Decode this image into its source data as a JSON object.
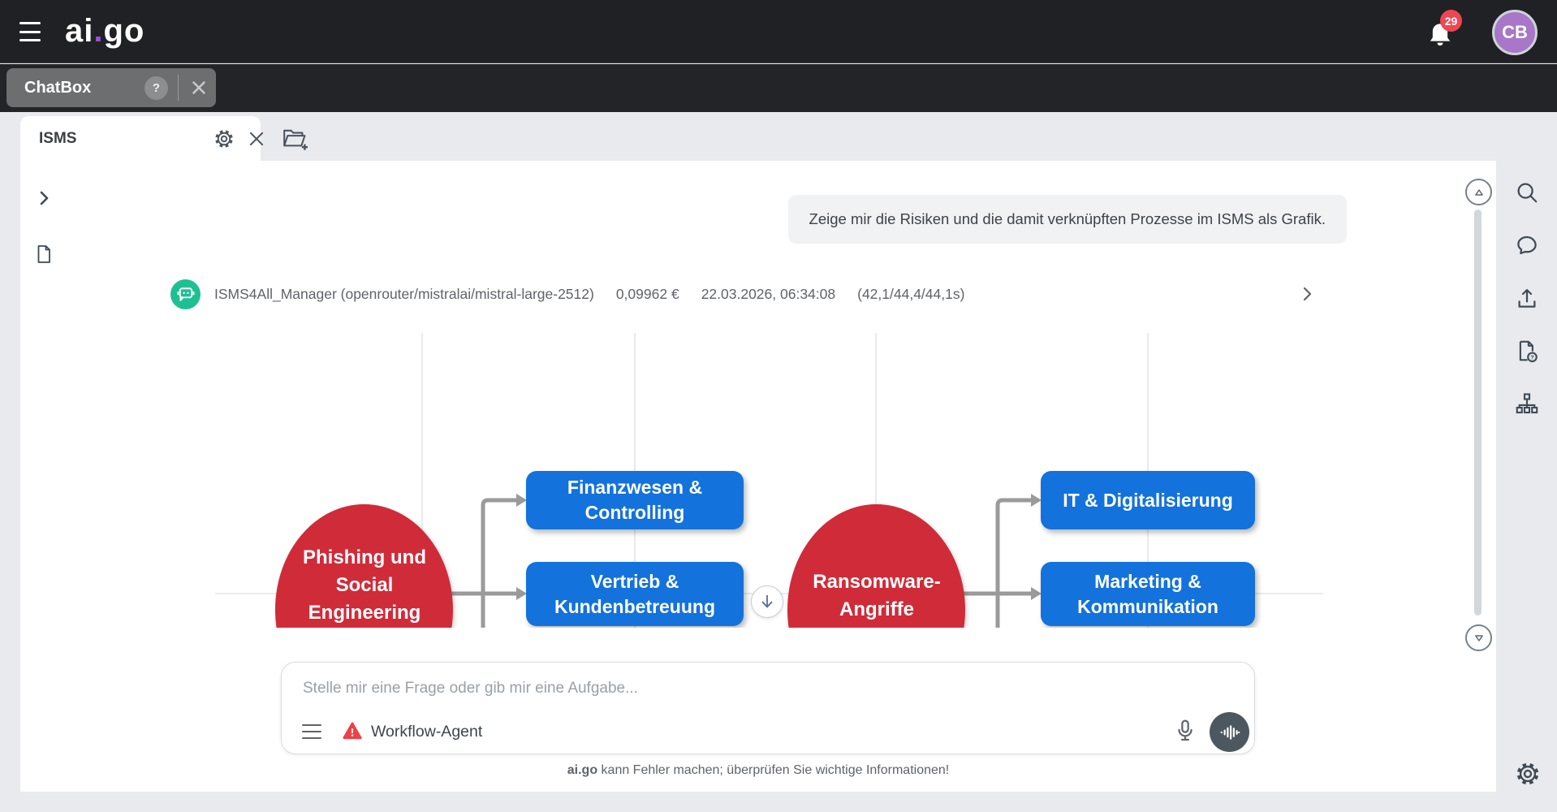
{
  "topbar": {
    "logo_ai": "ai",
    "logo_dot": ".",
    "logo_go": "go",
    "notification_count": "29",
    "avatar_initials": "CB"
  },
  "tab_row": {
    "chatbox_label": "ChatBox",
    "help_badge": "?"
  },
  "panel": {
    "title": "ISMS"
  },
  "chat": {
    "user_message": "Zeige mir die Risiken und die damit verknüpften Prozesse im ISMS als Grafik.",
    "agent_name": "ISMS4All_Manager (openrouter/mistralai/mistral-large-2512)",
    "agent_cost": "0,09962 €",
    "agent_timestamp": "22.03.2026, 06:34:08",
    "agent_timing": "(42,1/44,4/44,1s)"
  },
  "diagram": {
    "type": "risk-process-flowchart",
    "risks": [
      {
        "label": "Phishing und Social Engineering",
        "processes": [
          "Finanzwesen & Controlling",
          "Vertrieb & Kundenbetreuung"
        ]
      },
      {
        "label": "Ransomware-Angriffe",
        "processes": [
          "IT & Digitalisierung",
          "Marketing & Kommunikation"
        ]
      }
    ],
    "colors": {
      "risk": "#d02b39",
      "process": "#1372dc",
      "arrow": "#9a9a9a"
    }
  },
  "composer": {
    "placeholder": "Stelle mir eine Frage oder gib mir eine Aufgabe...",
    "agent_label": "Workflow-Agent"
  },
  "footer": {
    "brand": "ai.go",
    "disclaimer": " kann Fehler machen; überprüfen Sie wichtige Informationen!"
  }
}
